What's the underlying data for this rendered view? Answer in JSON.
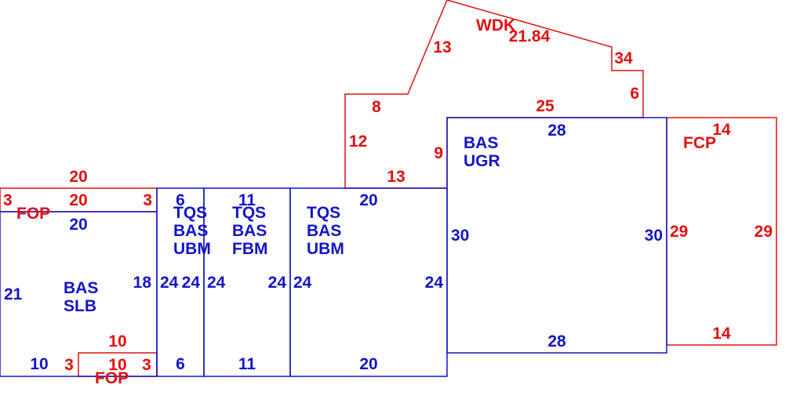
{
  "colors": {
    "living": "#1414c8",
    "other": "#e01010"
  },
  "areas": {
    "slb": {
      "l1": "BAS",
      "l2": "SLB"
    },
    "ubm1": {
      "l1": "TQS",
      "l2": "BAS",
      "l3": "UBM"
    },
    "fbm": {
      "l1": "TQS",
      "l2": "BAS",
      "l3": "FBM"
    },
    "ubm2": {
      "l1": "TQS",
      "l2": "BAS",
      "l3": "UBM"
    },
    "ugr": {
      "l1": "BAS",
      "l2": "UGR"
    },
    "fcp": "FCP",
    "wdk": "WDK",
    "fop_top": "FOP",
    "fop_bottom": "FOP"
  },
  "dims": {
    "slb_top": "20",
    "slb_left": "21",
    "slb_right": "18",
    "slb_bottom": "10",
    "ubm1_top": "6",
    "ubm1_left": "24",
    "ubm1_right": "24",
    "ubm1_bottom": "6",
    "fbm_top": "11",
    "fbm_left": "24",
    "fbm_right": "24",
    "fbm_bottom": "11",
    "ubm2_top": "20",
    "ubm2_left": "24",
    "ubm2_right": "24",
    "ubm2_bottom": "20",
    "ugr_top": "28",
    "ugr_left": "30",
    "ugr_right": "30",
    "ugr_bottom": "28",
    "fcp_top": "14",
    "fcp_left": "29",
    "fcp_right": "29",
    "fcp_bottom": "14",
    "wdk_12": "12",
    "wdk_8": "8",
    "wdk_13a": "13",
    "wdk_2184": "21.84",
    "wdk_34": "34",
    "wdk_6": "6",
    "wdk_25": "25",
    "wdk_9": "9",
    "wdk_13b": "13",
    "fop_top_20a": "20",
    "fop_top_20b": "20",
    "fop_top_3a": "3",
    "fop_top_3b": "3",
    "fop_bot_10a": "10",
    "fop_bot_10b": "10",
    "fop_bot_3a": "3",
    "fop_bot_3b": "3"
  }
}
